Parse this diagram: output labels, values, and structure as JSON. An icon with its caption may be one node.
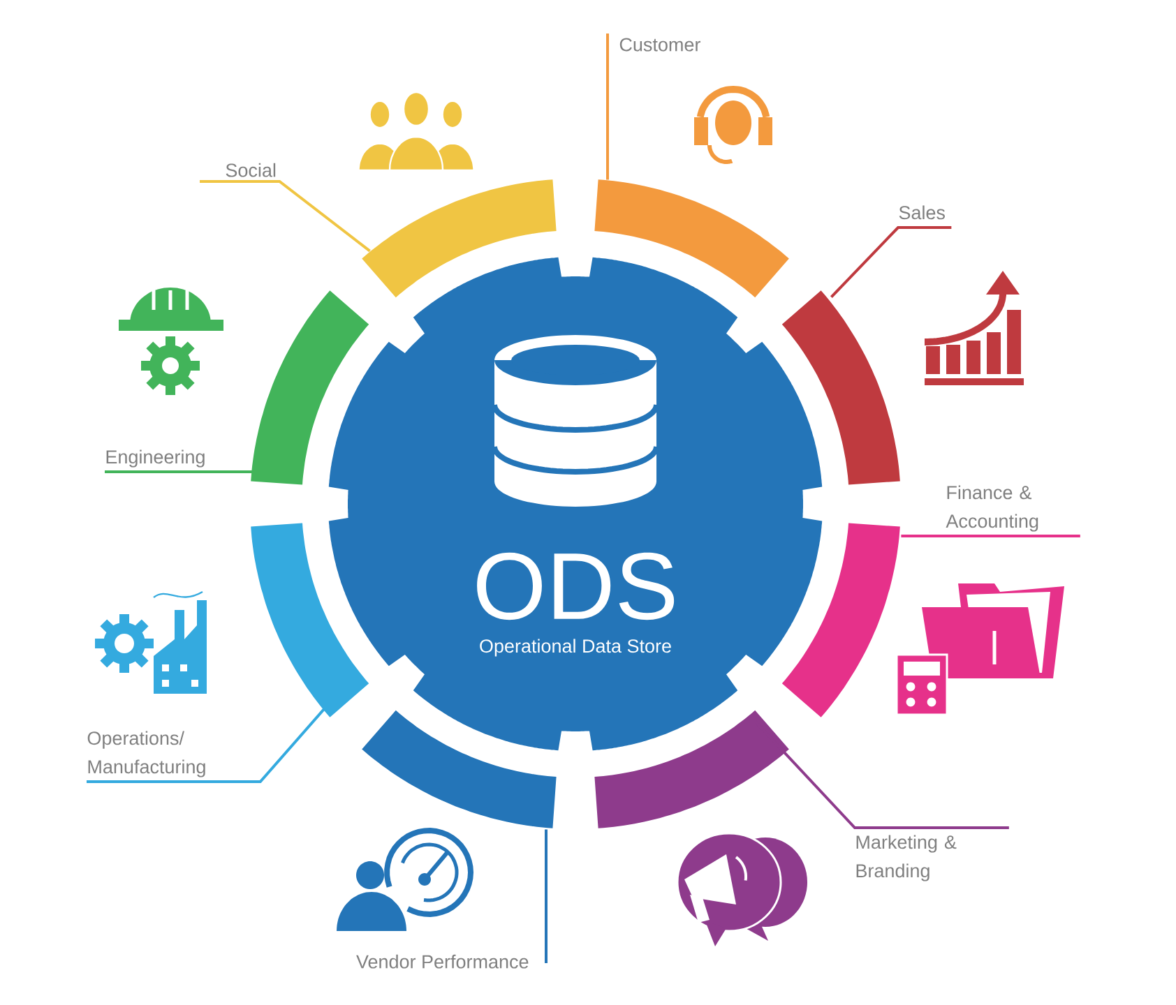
{
  "diagram": {
    "nodes": [
      {
        "text": [
          "ODS",
          "Operational Data Store"
        ]
      },
      {
        "text": [
          "Customer"
        ]
      },
      {
        "text": [],
        "shape": "arc"
      },
      {
        "text": [
          "Sales"
        ]
      },
      {
        "text": [],
        "shape": "arc"
      },
      {
        "text": [
          "Finance & Accounting"
        ]
      },
      {
        "text": [],
        "shape": "arc"
      },
      {
        "text": [
          "Marketing & Branding"
        ]
      },
      {
        "text": [],
        "shape": "arc"
      },
      {
        "text": [
          "Vendor Performance"
        ]
      },
      {
        "text": [],
        "shape": "arc"
      },
      {
        "text": [
          "Operations/ Manufacturing"
        ]
      },
      {
        "text": [],
        "shape": "arc"
      },
      {
        "text": [
          "Engineering"
        ]
      },
      {
        "text": [],
        "shape": "arc"
      },
      {
        "text": [
          "Social"
        ]
      },
      {
        "text": [],
        "shape": "arc"
      }
    ],
    "edges": [
      {
        "from": 1,
        "to": 2,
        "arrow": "none",
        "color": "#f39a3e"
      },
      {
        "from": 3,
        "to": 4,
        "arrow": "none",
        "color": "#bf3a3f"
      },
      {
        "from": 5,
        "to": 6,
        "arrow": "none",
        "color": "#e6318a"
      },
      {
        "from": 7,
        "to": 8,
        "arrow": "none",
        "color": "#8e3b8c"
      },
      {
        "from": 9,
        "to": 10,
        "arrow": "none",
        "color": "#2475b8"
      },
      {
        "from": 11,
        "to": 12,
        "arrow": "none",
        "color": "#34aadf"
      },
      {
        "from": 13,
        "to": 14,
        "arrow": "none",
        "color": "#42b45a"
      },
      {
        "from": 15,
        "to": 16,
        "arrow": "none",
        "color": "#f0c543"
      }
    ]
  }
}
